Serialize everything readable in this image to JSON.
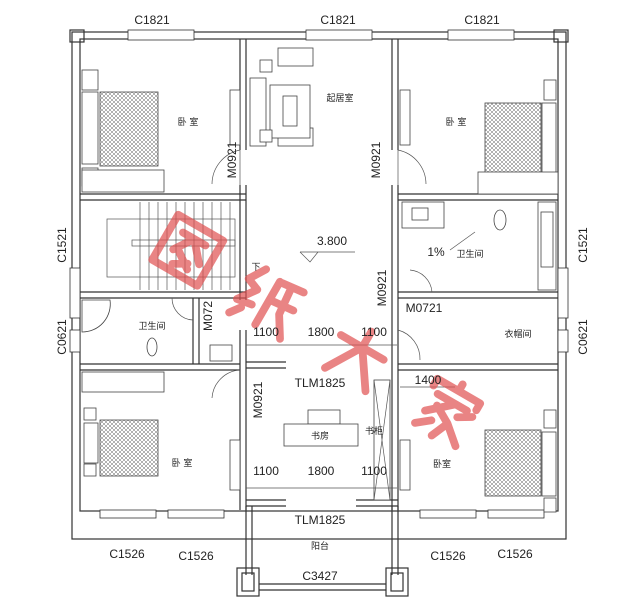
{
  "plan": {
    "windows": {
      "top": [
        "C1821",
        "C1821",
        "C1821"
      ],
      "left": [
        "C1521",
        "C0621"
      ],
      "right": [
        "C1521",
        "C0621"
      ],
      "bottom": [
        "C1526",
        "C1526",
        "C1526",
        "C1526"
      ],
      "balcony": "C3427"
    },
    "doors": {
      "m0921_a": "M0921",
      "m0921_b": "M0921",
      "m0921_c": "M0921",
      "m0921_d": "M0921",
      "m0721": "M0721",
      "m072": "M072",
      "tlm_upper": "TLM1825",
      "tlm_lower": "TLM1825"
    },
    "dimensions": {
      "upper": [
        "1100",
        "1800",
        "1100"
      ],
      "lower": [
        "1100",
        "1800",
        "1100"
      ],
      "closet": "1400"
    },
    "elevation": "3.800",
    "slope": "1%",
    "stair_down": "下",
    "rooms": {
      "bedroom_tl": "卧 室",
      "living": "起居室",
      "bedroom_tr": "卧 室",
      "bath_right": "卫生间",
      "bath_left": "卫生间",
      "closet": "衣帽间",
      "bedroom_bl": "卧 室",
      "study": "书房",
      "bookcase": "书柜",
      "bedroom_br": "卧室",
      "balcony": "阳台"
    },
    "watermark": "图纸大家",
    "watermark_color": "#e05050"
  }
}
